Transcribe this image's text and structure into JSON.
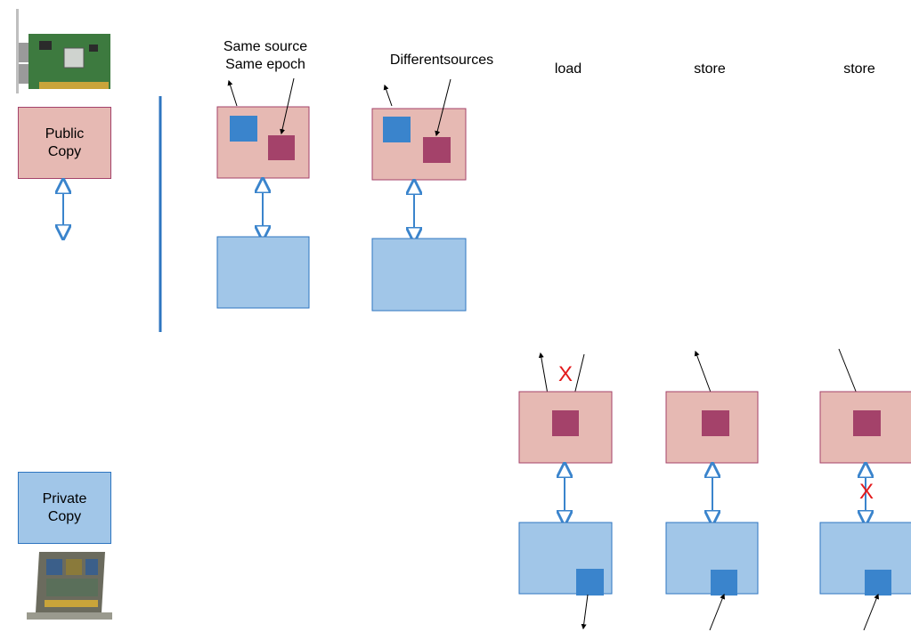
{
  "legend": {
    "public_label_line1": "Public",
    "public_label_line2": "Copy",
    "private_label_line1": "Private",
    "private_label_line2": "Copy",
    "public_device_icon": "network-card-icon",
    "private_device_icon": "processor-chip-icon"
  },
  "scenarios": {
    "same_source": {
      "line1": "Same source",
      "line2": "Same epoch"
    },
    "different_sources": {
      "label": "Differentsources"
    },
    "load": {
      "label": "load",
      "mark": "X"
    },
    "store_1": {
      "label": "store"
    },
    "store_2": {
      "label": "store",
      "mark": "X"
    }
  },
  "colors": {
    "public_fill": "#e6b9b3",
    "public_border": "#a4426a",
    "private_fill": "#a1c6e8",
    "private_border": "#2e75c0",
    "magenta_block": "#a4426a",
    "blue_block": "#3a84cc",
    "arrow_blue": "#3a84cc",
    "divider": "#2e75c0",
    "x_mark": "#e31a1c"
  }
}
